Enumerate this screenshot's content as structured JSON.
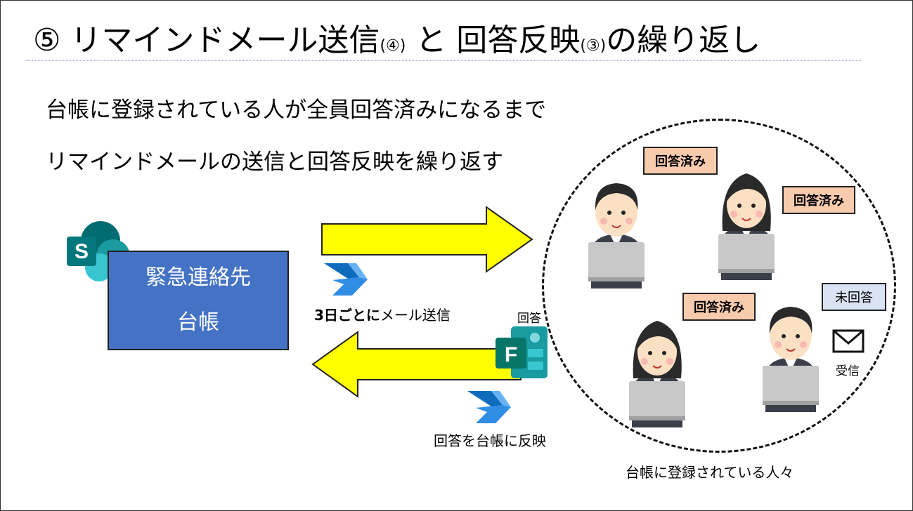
{
  "title": {
    "main_prefix": "⑤ リマインドメール送信",
    "ref_send": "(④)",
    "connector": " と 回答反映",
    "ref_reflect": "(③)",
    "suffix": "の繰り返し"
  },
  "body": {
    "line1": "台帳に登録されている人が全員回答済みになるまで",
    "line2": "リマインドメールの送信と回答反映を繰り返す"
  },
  "ledger": {
    "line1": "緊急連絡先",
    "line2": "台帳",
    "icon": "sharepoint-icon"
  },
  "send_flow": {
    "bold_part": "3日ごとに",
    "rest": "メール送信",
    "icon": "power-automate-icon"
  },
  "reflect_flow": {
    "caption": "回答を台帳に反映",
    "icon": "power-automate-icon"
  },
  "forms": {
    "label": "回答",
    "icon": "microsoft-forms-icon"
  },
  "people_group": {
    "caption": "台帳に登録されている人々",
    "tags": {
      "done": "回答済み",
      "pending": "未回答"
    },
    "received": "受信",
    "mail_icon": "envelope-icon"
  },
  "colors": {
    "arrow_fill": "#ffff00",
    "ledger_fill": "#4472c4",
    "done_tag": "#f8cbad",
    "pending_tag": "#dae3f3"
  }
}
